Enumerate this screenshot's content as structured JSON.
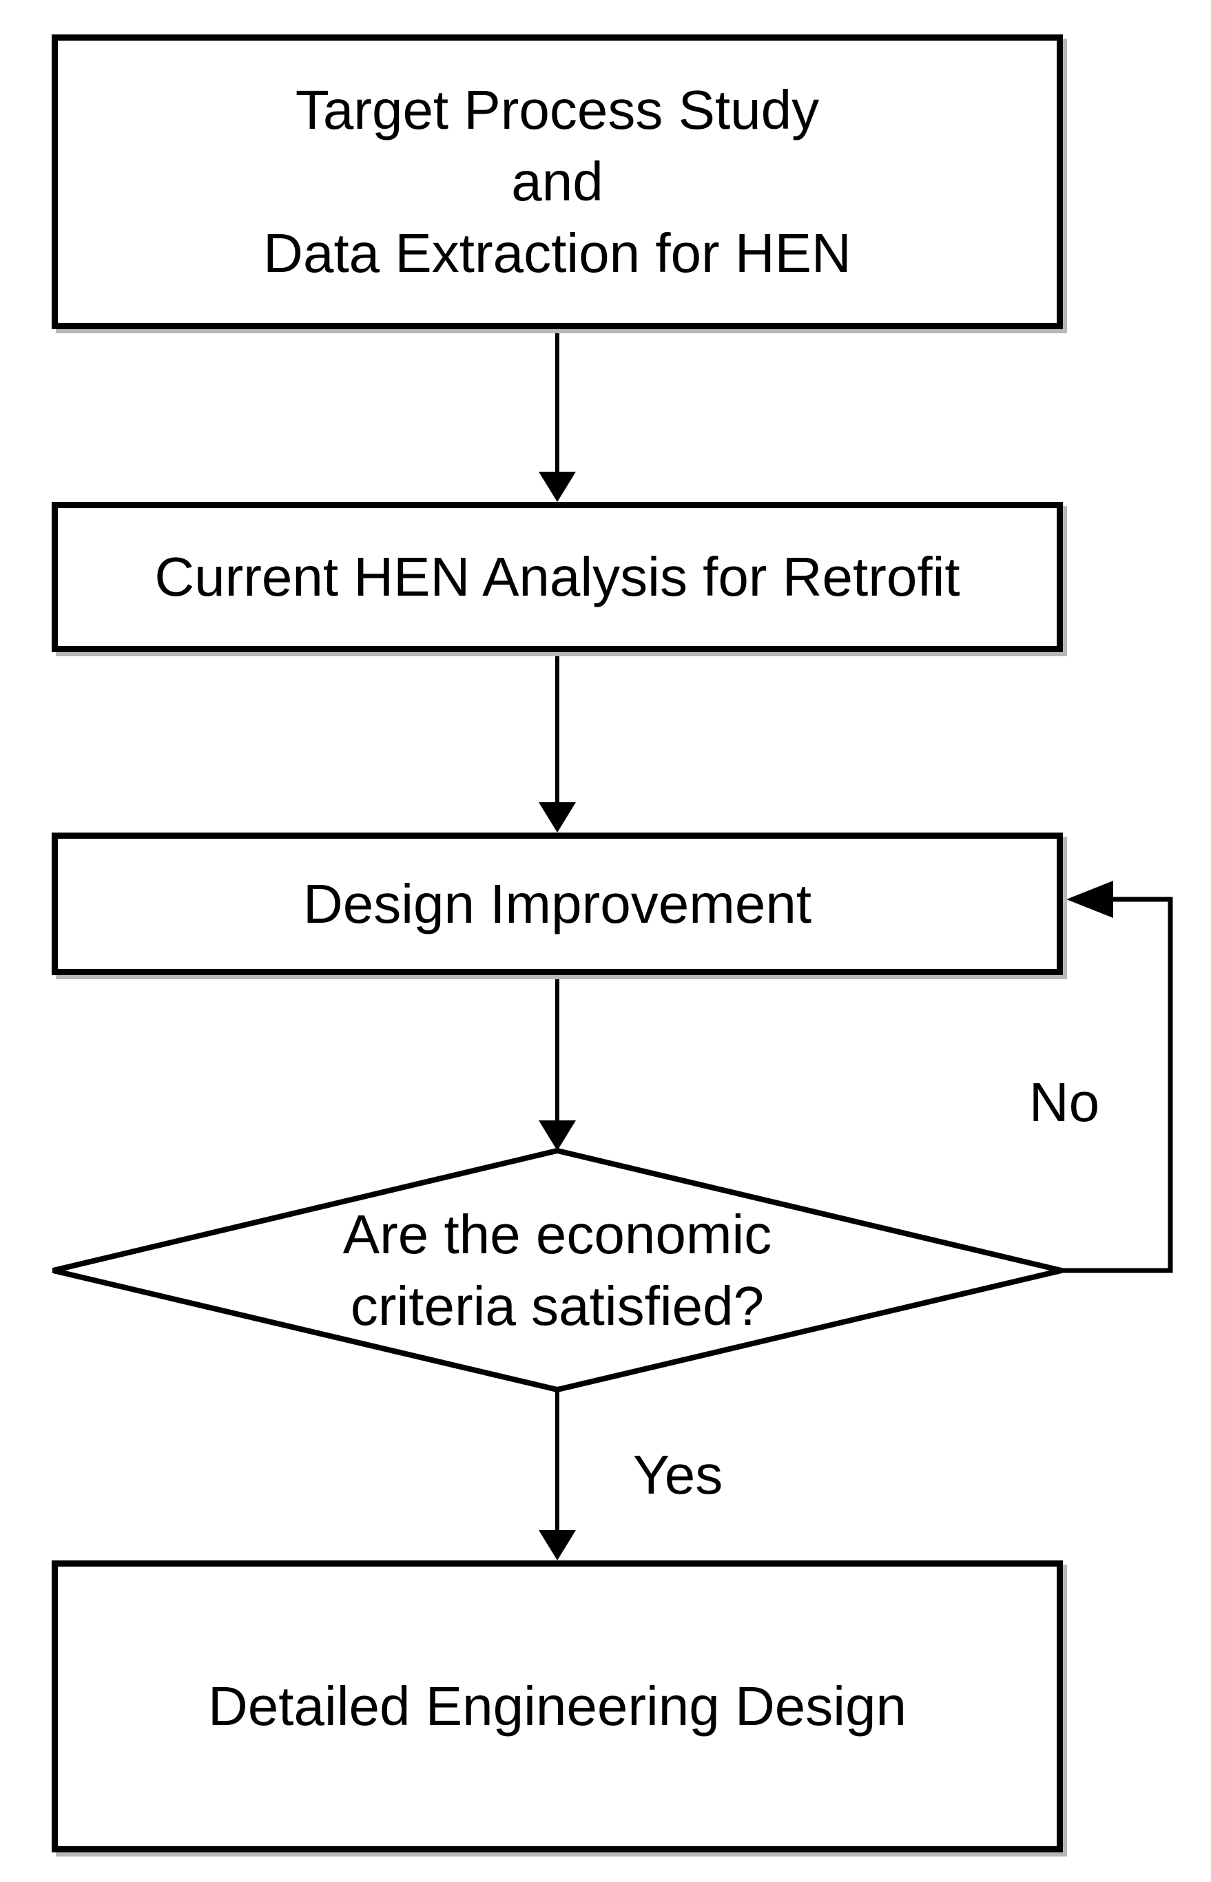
{
  "diagram": {
    "type": "flowchart",
    "colors": {
      "background": "#ffffff",
      "stroke": "#000000",
      "text": "#000000",
      "box_shadow": "#b8b8b8"
    },
    "nodes": {
      "target_process": {
        "shape": "process",
        "label": "Target Process Study\nand\nData Extraction for HEN"
      },
      "hen_analysis": {
        "shape": "process",
        "label": "Current HEN Analysis for Retrofit"
      },
      "design_improvement": {
        "shape": "process",
        "label": "Design Improvement"
      },
      "economic_criteria": {
        "shape": "decision",
        "label": "Are the economic\ncriteria satisfied?"
      },
      "detailed_design": {
        "shape": "process",
        "label": "Detailed Engineering Design"
      }
    },
    "edges": [
      {
        "from": "target_process",
        "to": "hen_analysis",
        "label": ""
      },
      {
        "from": "hen_analysis",
        "to": "design_improvement",
        "label": ""
      },
      {
        "from": "design_improvement",
        "to": "economic_criteria",
        "label": ""
      },
      {
        "from": "economic_criteria",
        "to": "detailed_design",
        "label": "Yes"
      },
      {
        "from": "economic_criteria",
        "to": "design_improvement",
        "label": "No"
      }
    ]
  }
}
